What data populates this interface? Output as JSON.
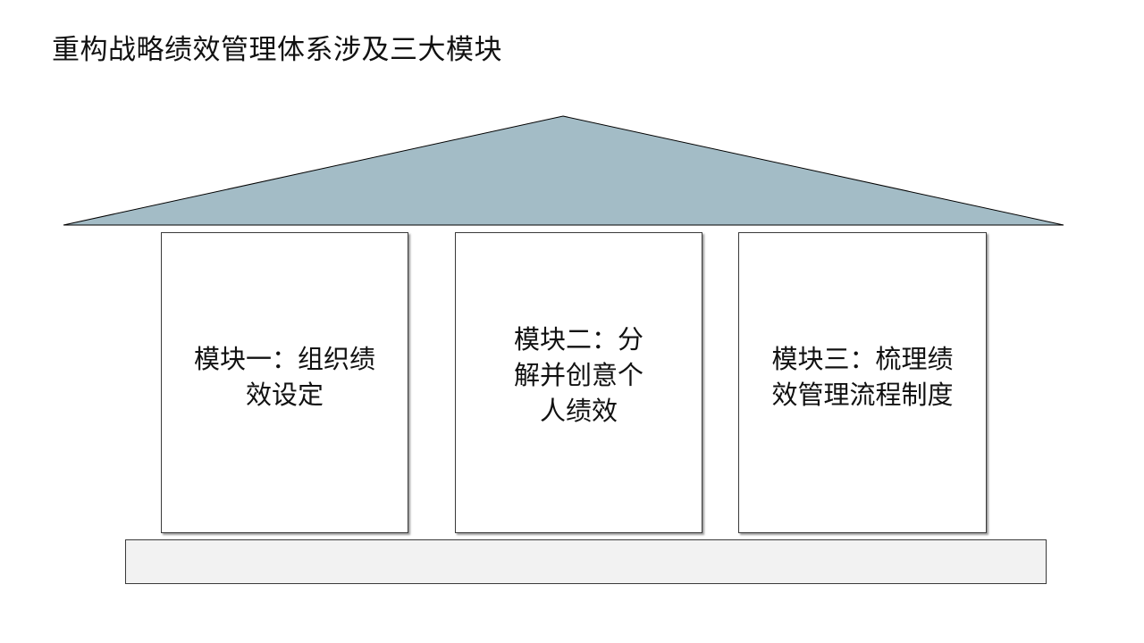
{
  "title": "重构战略绩效管理体系涉及三大模块",
  "colors": {
    "roof_fill": "#a3bcc6",
    "foundation_fill": "#f2f2f2",
    "stroke": "#000000"
  },
  "modules": [
    {
      "label": "模块一：组织绩效设定"
    },
    {
      "label": "模块二：分解并创意个人绩效"
    },
    {
      "label": "模块三：梳理绩效管理流程制度"
    }
  ],
  "foundation": {
    "label": ""
  }
}
